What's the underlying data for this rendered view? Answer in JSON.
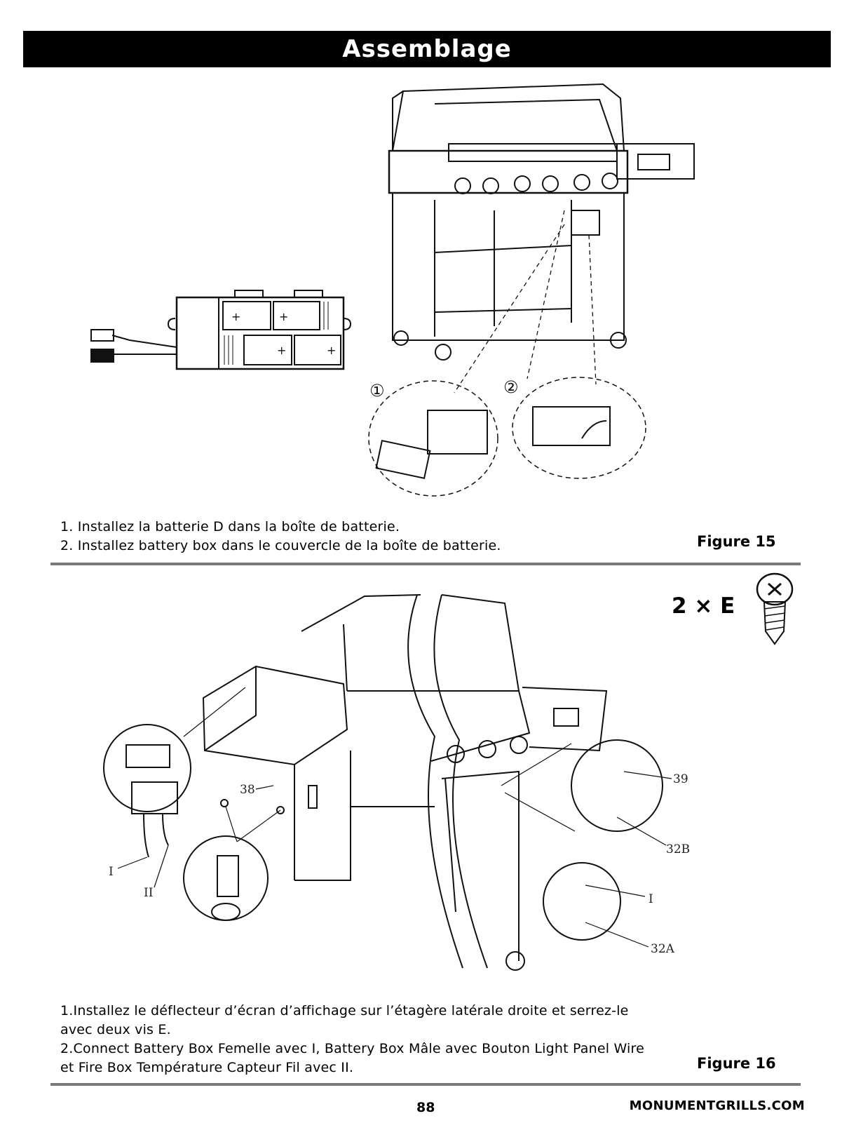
{
  "header": {
    "title": "Assemblage"
  },
  "figure15": {
    "callouts": [
      "①",
      "②"
    ],
    "instructions": [
      "1. Installez la batterie D dans la boîte de batterie.",
      "2. Installez battery box dans le couvercle de la boîte de batterie."
    ],
    "label": "Figure 15"
  },
  "figure16": {
    "quantity": "2 × E",
    "part_labels": [
      "38",
      "39",
      "32B",
      "I",
      "32A",
      "I",
      "II"
    ],
    "instructions": [
      "1.Installez le déflecteur d’écran d’affichage sur l’étagère latérale droite et serrez-le",
      "avec deux vis E.",
      "2.Connect Battery Box Femelle avec I, Battery Box Mâle avec Bouton Light Panel Wire",
      "et Fire Box Température Capteur Fil avec II."
    ],
    "label": "Figure 16"
  },
  "footer": {
    "page_number": "88",
    "website": "MONUMENTGRILLS.COM"
  }
}
